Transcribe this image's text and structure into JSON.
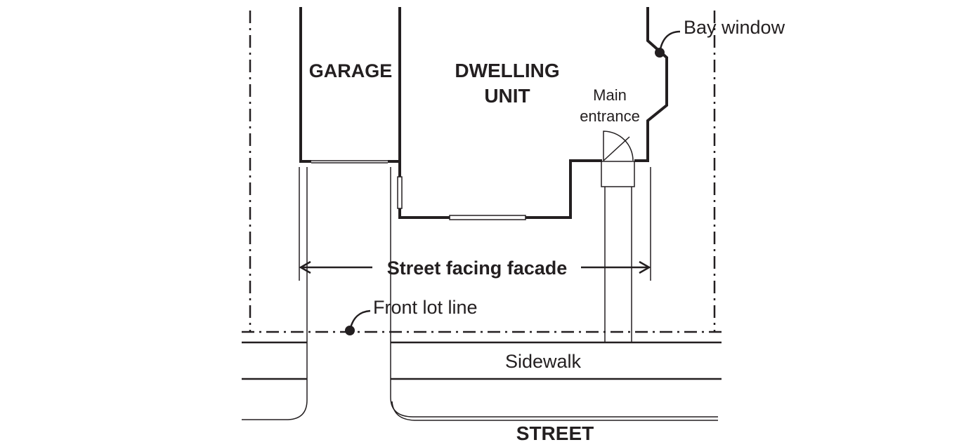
{
  "labels": {
    "garage": "GARAGE",
    "dwelling_line1": "DWELLING",
    "dwelling_line2": "UNIT",
    "main_entrance_line1": "Main",
    "main_entrance_line2": "entrance",
    "bay_window": "Bay window",
    "street_facing_facade": "Street facing facade",
    "front_lot_line": "Front lot line",
    "sidewalk": "Sidewalk",
    "street": "STREET"
  }
}
